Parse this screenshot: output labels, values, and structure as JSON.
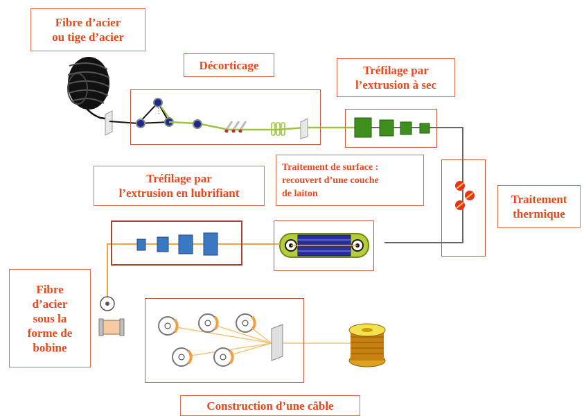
{
  "labels": {
    "fibre": [
      "Fibre d’acier",
      "ou tige d’acier"
    ],
    "decorticage": [
      "Décorticage"
    ],
    "trefilage_sec": [
      "Tréfilage par",
      "l’extrusion à sec"
    ],
    "traitement_surface": [
      "Traitement de surface :",
      "recouvert d’une couche",
      "de laiton"
    ],
    "trefilage_lub": [
      "Tréfilage par",
      "l’extrusion en lubrifiant"
    ],
    "traitement_thermique": [
      "Traitement",
      "thermique"
    ],
    "bobine": [
      "Fibre",
      "d’acier",
      "sous la",
      "forme de",
      "bobine"
    ],
    "construction": [
      "Construction d’une câble"
    ]
  },
  "colors": {
    "accent_text": "#e8481c",
    "frame": "#c9553a",
    "green_wire": "#9bc53d",
    "orange_wire": "#f4a53a",
    "dark_green_die": "#3f8f1e",
    "blue_die": "#3a78c2",
    "coil": "#1a1a1a"
  }
}
